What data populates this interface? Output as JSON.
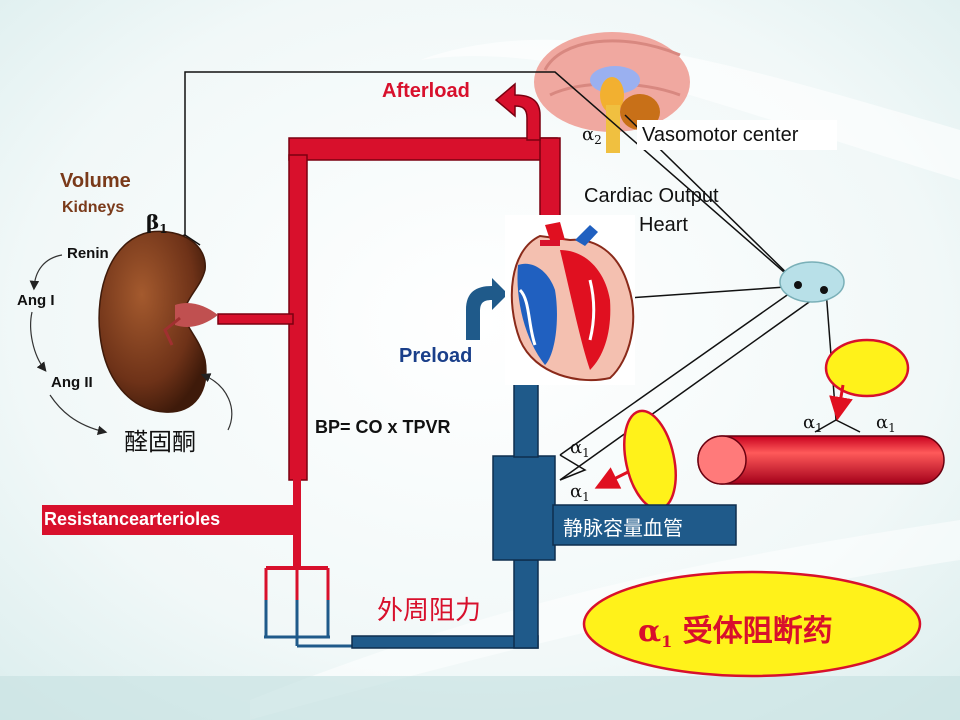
{
  "labels": {
    "afterload": "Afterload",
    "vasomotor_center": "Vasomotor center",
    "alpha2": "α",
    "alpha2_sub": "2",
    "cardiac_output": "Cardiac Output",
    "heart": "Heart",
    "volume": "Volume",
    "kidneys": "Kidneys",
    "beta1": "β",
    "beta1_sub": "1",
    "renin": "Renin",
    "ang1": "Ang I",
    "ang2": "Ang II",
    "aldosterone": "醛固酮",
    "preload": "Preload",
    "bp_formula": "BP= CO x TPVR",
    "resistance_arterioles": "Resistancearterioles",
    "venous_capacitance": "静脉容量血管",
    "peripheral_resistance": "外周阻力",
    "alpha1": "α",
    "alpha1_sub": "1",
    "title_alpha": "α",
    "title_sub": "1",
    "title_text": " 受体阻断药"
  },
  "colors": {
    "artery_red": "#d8102c",
    "vein_blue": "#1f5a8a",
    "label_red": "#d8102c",
    "label_navy": "#1a3f8a",
    "kidney_brown": "#6e3218",
    "yellow": "#fff21a",
    "bg": "#e6f2f2"
  }
}
